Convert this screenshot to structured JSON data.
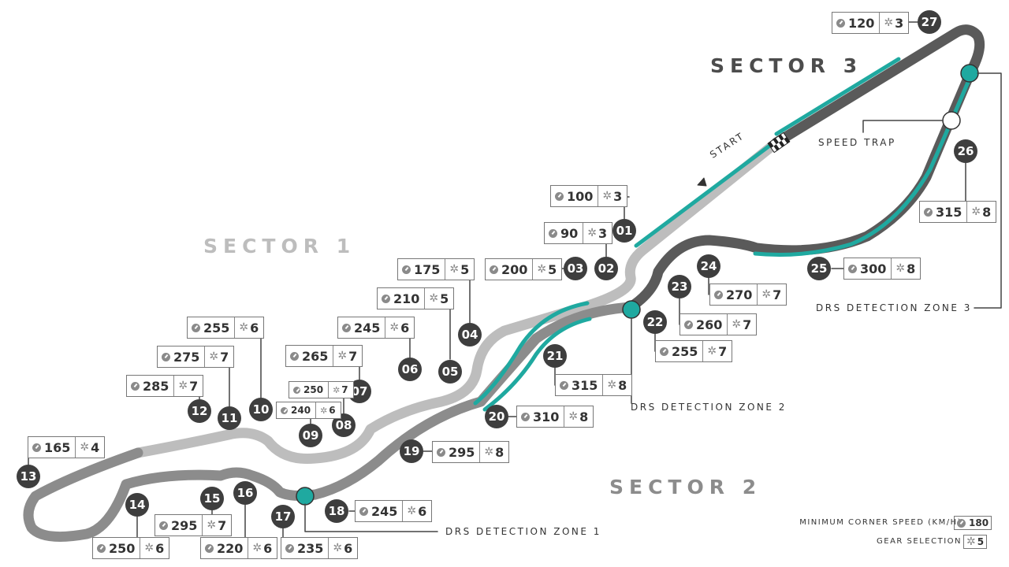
{
  "sectors": [
    "SECTOR 1",
    "SECTOR 2",
    "SECTOR 3"
  ],
  "labels": {
    "start": "START",
    "speed_trap": "SPEED TRAP",
    "drs1": "DRS DETECTION ZONE 1",
    "drs2": "DRS DETECTION ZONE 2",
    "drs3": "DRS DETECTION ZONE 3"
  },
  "legend": {
    "speed_label": "MINIMUM CORNER SPEED (KM/H)",
    "speed_value": "180",
    "gear_label": "GEAR SELECTION",
    "gear_value": "5"
  },
  "colors": {
    "sector1": "#bdbdbd",
    "sector2": "#8c8c8c",
    "sector3": "#5a5a5a",
    "drs": "#1fa9a0",
    "turn": "#3e3e3e"
  },
  "icons": {
    "speed": "speedometer-icon",
    "gear": "gear-icon"
  },
  "corners": [
    {
      "n": "01",
      "speed": "100",
      "gear": "3"
    },
    {
      "n": "02",
      "speed": "90",
      "gear": "3"
    },
    {
      "n": "03",
      "speed": "200",
      "gear": "5"
    },
    {
      "n": "04",
      "speed": "175",
      "gear": "5"
    },
    {
      "n": "05",
      "speed": "210",
      "gear": "5"
    },
    {
      "n": "06",
      "speed": "245",
      "gear": "6"
    },
    {
      "n": "07",
      "speed": "265",
      "gear": "7"
    },
    {
      "n": "08",
      "speed": "250",
      "gear": "7"
    },
    {
      "n": "09",
      "speed": "240",
      "gear": "6"
    },
    {
      "n": "10",
      "speed": "255",
      "gear": "6"
    },
    {
      "n": "11",
      "speed": "275",
      "gear": "7"
    },
    {
      "n": "12",
      "speed": "285",
      "gear": "7"
    },
    {
      "n": "13",
      "speed": "165",
      "gear": "4"
    },
    {
      "n": "14",
      "speed": "250",
      "gear": "6"
    },
    {
      "n": "15",
      "speed": "295",
      "gear": "7"
    },
    {
      "n": "16",
      "speed": "220",
      "gear": "6"
    },
    {
      "n": "17",
      "speed": "235",
      "gear": "6"
    },
    {
      "n": "18",
      "speed": "245",
      "gear": "6"
    },
    {
      "n": "19",
      "speed": "295",
      "gear": "8"
    },
    {
      "n": "20",
      "speed": "310",
      "gear": "8"
    },
    {
      "n": "21",
      "speed": "315",
      "gear": "8"
    },
    {
      "n": "22",
      "speed": "255",
      "gear": "7"
    },
    {
      "n": "23",
      "speed": "260",
      "gear": "7"
    },
    {
      "n": "24",
      "speed": "270",
      "gear": "7"
    },
    {
      "n": "25",
      "speed": "300",
      "gear": "8"
    },
    {
      "n": "26",
      "speed": "315",
      "gear": "8"
    },
    {
      "n": "27",
      "speed": "120",
      "gear": "3"
    }
  ]
}
